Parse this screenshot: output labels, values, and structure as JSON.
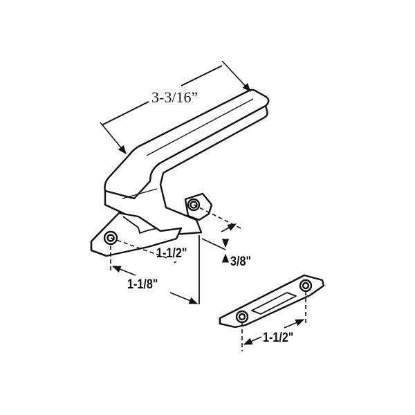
{
  "diagram": {
    "subject": "Casement window lock handle with keeper",
    "parts": [
      {
        "id": "handle",
        "name": "Lock handle with base plate"
      },
      {
        "id": "keeper",
        "name": "Keeper plate"
      }
    ],
    "dimensions": {
      "handle_length": "3-3/16”",
      "handle_hole_spacing": "1-1/2\"",
      "handle_offset": "1-1/8\"",
      "handle_height": "3/8\"",
      "keeper_hole_spacing": "1-1/2\""
    },
    "colors": {
      "line": "#111111",
      "background": "#ffffff"
    }
  }
}
